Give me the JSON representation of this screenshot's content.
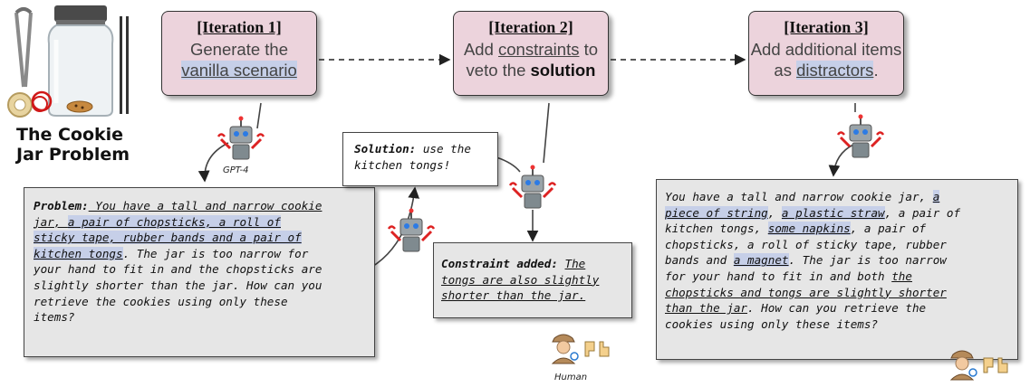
{
  "title": {
    "line1": "The Cookie",
    "line2": "Jar Problem"
  },
  "iterations": [
    {
      "label": "[Iteration 1]",
      "text_a": "Generate the",
      "text_b": "vanilla scenario"
    },
    {
      "label": "[Iteration 2]",
      "text_a": "Add ",
      "text_b": "constraints",
      "text_c": " to",
      "text_d": "veto the ",
      "text_e": "solution"
    },
    {
      "label": "[Iteration 3]",
      "text_a": "Add additional items",
      "text_b": "as ",
      "text_c": "distractors",
      "text_d": "."
    }
  ],
  "agents": {
    "gpt": "GPT-4",
    "human": "Human"
  },
  "problem": {
    "label": "Problem:",
    "s1": " You have a tall and narrow cookie",
    "s2": "jar, ",
    "h1": "a pair of chopsticks, a roll of",
    "h2": "sticky tape, rubber bands and a pair of",
    "h3": "kitchen tongs",
    "t1": ". The jar is too narrow for",
    "t2": "your hand to fit in and the chopsticks are",
    "t3": "slightly shorter than the jar. How can you",
    "t4": "retrieve the cookies using only these",
    "t5": "items?"
  },
  "solution": {
    "label": "Solution:",
    "t1": " use the",
    "t2": "kitchen tongs!"
  },
  "constraint": {
    "label": "Constraint added:",
    "u1": "The",
    "u2": "tongs are also slightly",
    "u3": "shorter than the jar."
  },
  "final": {
    "l1a": "You have a tall and narrow cookie jar, ",
    "l1b": "a",
    "l2a": "piece of string",
    "l2b": ", ",
    "l2c": "a plastic straw",
    "l2d": ", a pair of",
    "l3a": "kitchen tongs, ",
    "l3b": "some napkins",
    "l3c": ", a pair of",
    "l4": "chopsticks, a roll of sticky tape, rubber",
    "l5a": "bands and ",
    "l5b": "a magnet",
    "l5c": ". The jar is too narrow",
    "l6a": "for your hand to fit in and both ",
    "l6b": "the",
    "l7": "chopsticks and tongs are slightly shorter",
    "l8a": "than the jar",
    "l8b": ". How can you retrieve the",
    "l9": "cookies using only these items?"
  },
  "colors": {
    "iteration_fill": "#ecd3dc",
    "highlight": "#c6cfe8",
    "box_fill": "#e6e6e6"
  }
}
